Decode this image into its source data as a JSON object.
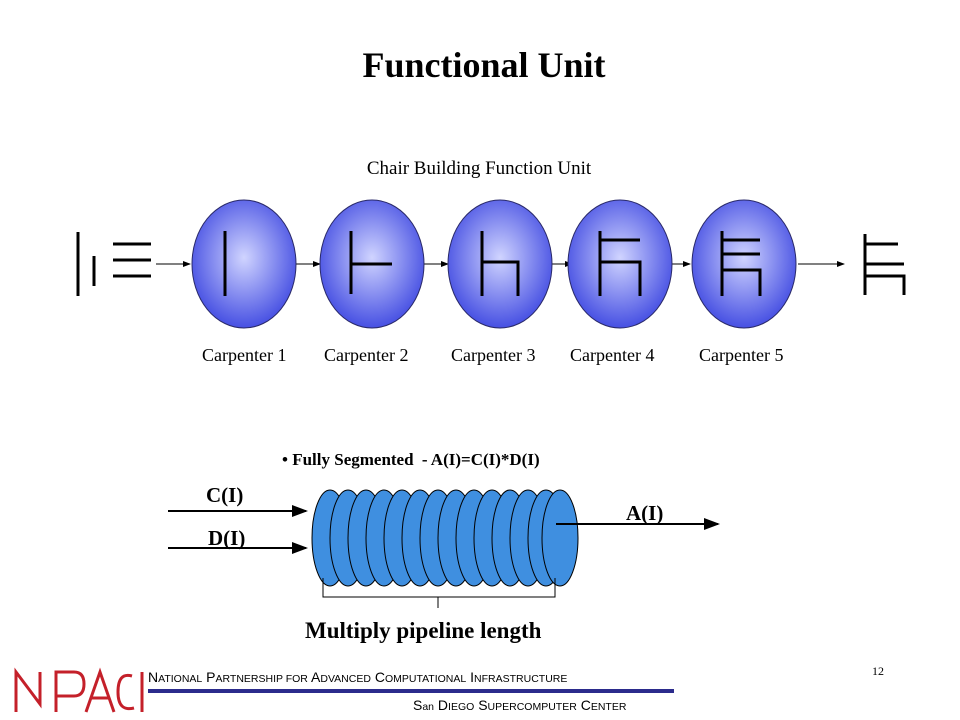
{
  "title": "Functional Unit",
  "subtitle": "Chair Building Function Unit",
  "carpenters": [
    "Carpenter 1",
    "Carpenter 2",
    "Carpenter 3",
    "Carpenter 4",
    "Carpenter 5"
  ],
  "pipeline": {
    "bullet": "• Fully Segmented",
    "formula": "- A(I)=C(I)*D(I)",
    "input_c": "C(I)",
    "input_d": "D(I)",
    "output": "A(I)",
    "caption": "Multiply pipeline length"
  },
  "footer": {
    "page_number": "12",
    "top": [
      {
        "cap": "N",
        "rest": "ATIONAL"
      },
      {
        "cap": "P",
        "rest": "ARTNERSHIP FOR"
      },
      {
        "cap": "A",
        "rest": "DVANCED"
      },
      {
        "cap": "C",
        "rest": "OMPUTATIONAL"
      },
      {
        "cap": "I",
        "rest": "NFRASTRUCTURE"
      }
    ],
    "bottom": [
      {
        "cap": "S",
        "rest": "an"
      },
      {
        "cap": "D",
        "rest": "IEGO"
      },
      {
        "cap": "S",
        "rest": "UPERCOMPUTER"
      },
      {
        "cap": "C",
        "rest": "ENTER"
      }
    ],
    "logo_text": "NPACI"
  },
  "colors": {
    "ellipse_center": "#c8ccff",
    "ellipse_edge": "#3a44e0",
    "disk_fill": "#3f8fe0",
    "accent": "#2b2b8c",
    "logo": "#c4202a"
  }
}
